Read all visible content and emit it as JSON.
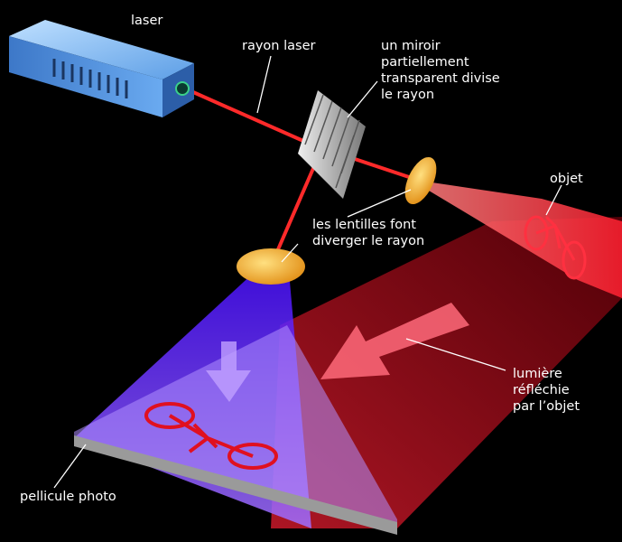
{
  "labels": {
    "laser": "laser",
    "laser_beam": "rayon laser",
    "mirror": [
      "un miroir",
      "partiellement",
      "transparent divise",
      "le rayon"
    ],
    "object": "objet",
    "lenses": [
      "les lentilles font",
      "diverger le rayon"
    ],
    "reflected_light": [
      "lumière",
      "réfléchie",
      "par l’objet"
    ],
    "film": "pellicule photo"
  },
  "colors": {
    "beam": "#ff2a2a",
    "laser_body": "#5a9be0",
    "reference_beam": "#8a5cff",
    "object_beam": "#b0101a",
    "lens": "#f0a020"
  }
}
